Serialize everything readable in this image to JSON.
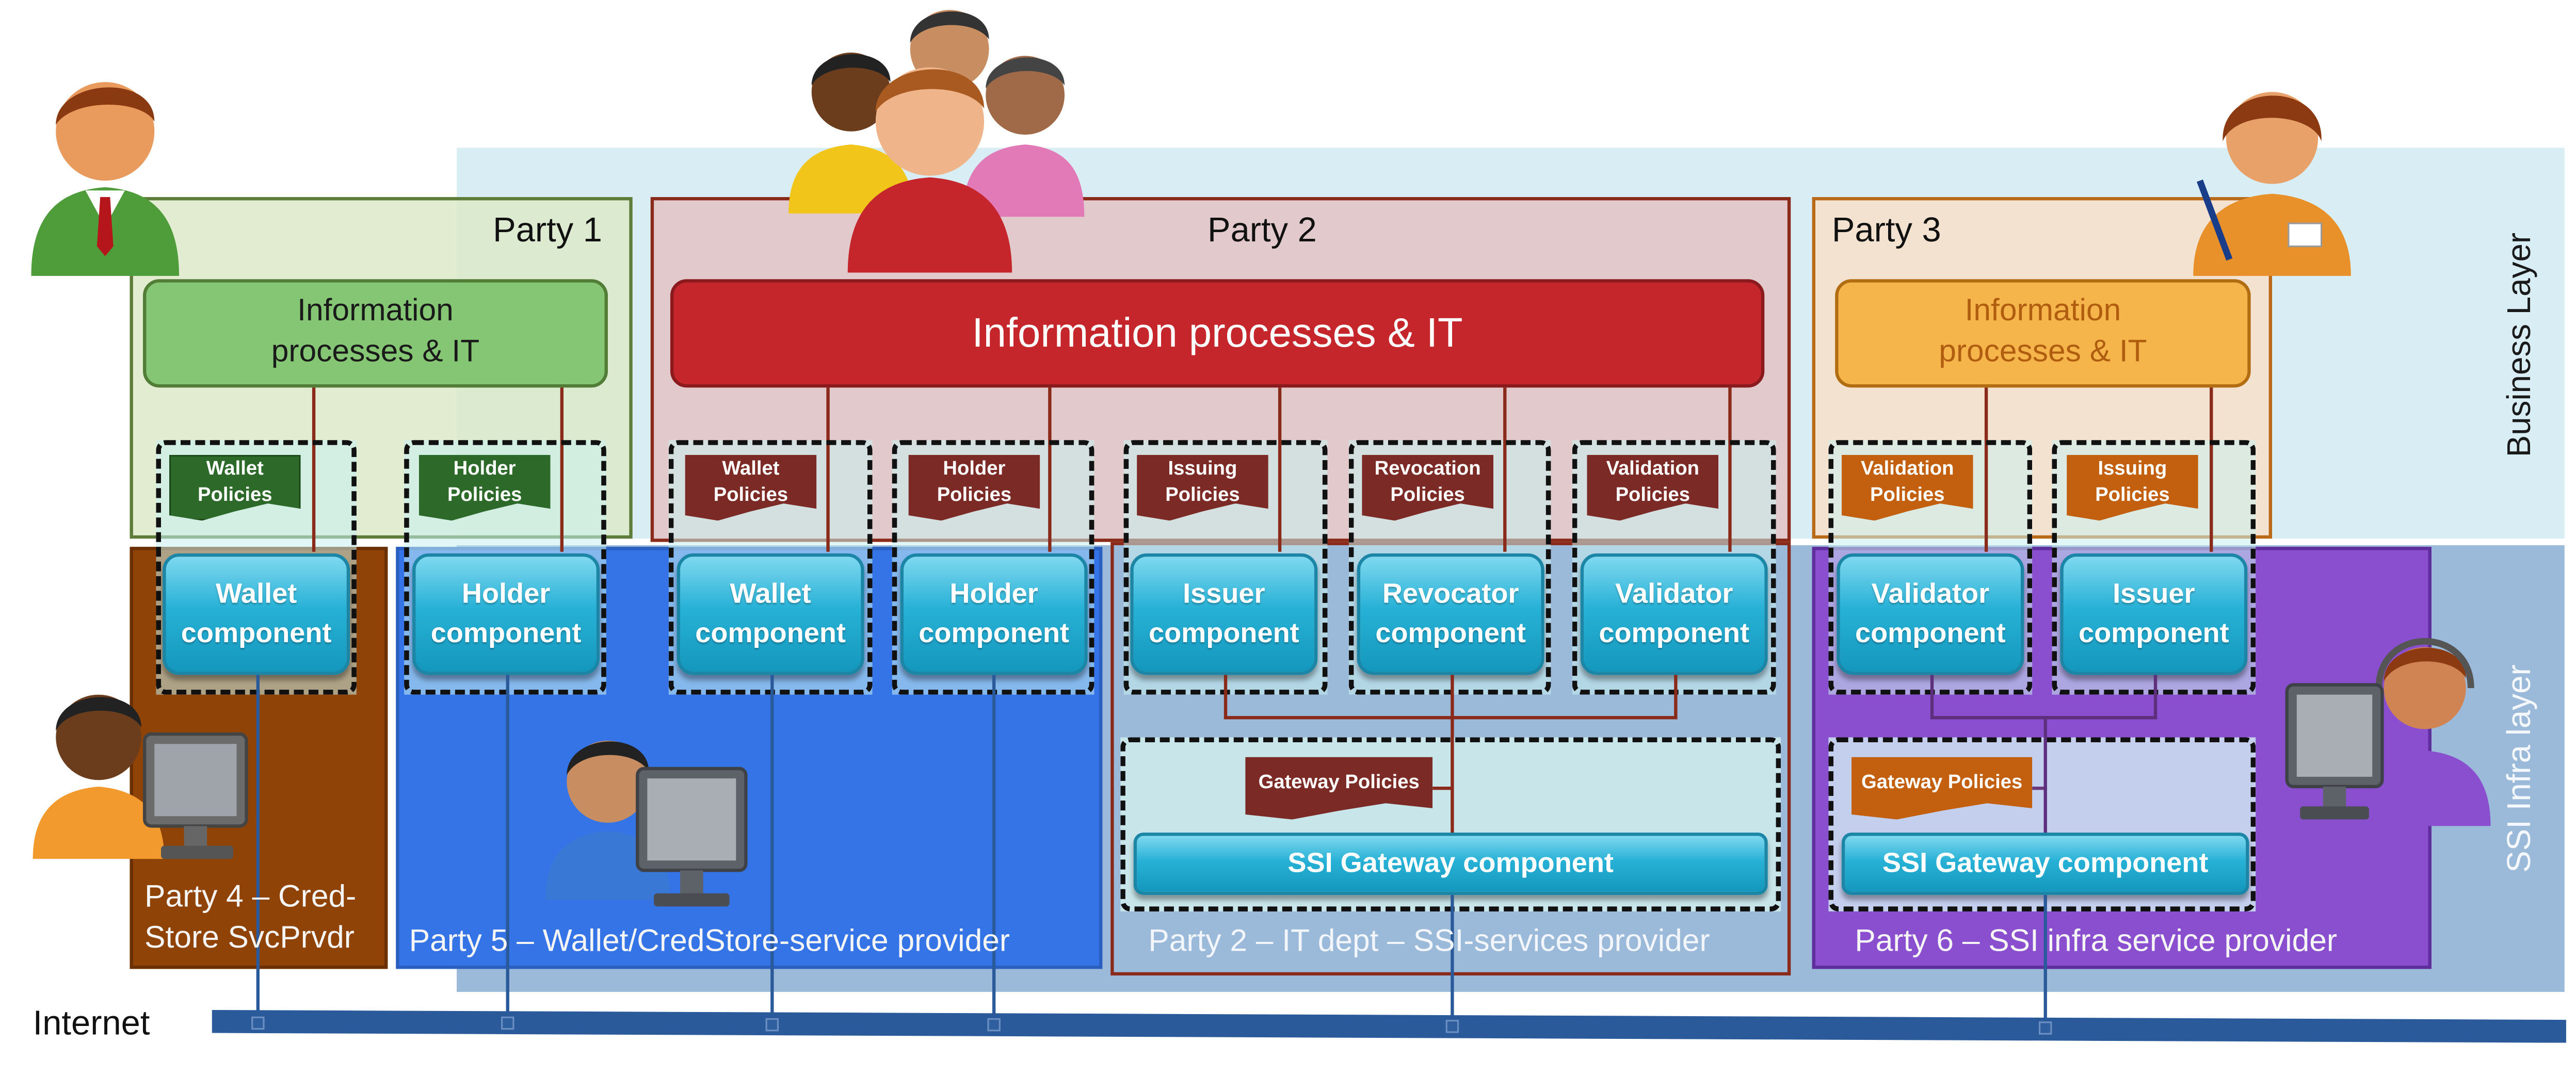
{
  "layers": {
    "business": "Business Layer",
    "infra": "SSI Infra layer"
  },
  "parties": {
    "p1": {
      "title": "Party 1",
      "info": [
        "Information",
        "processes & IT"
      ]
    },
    "p2": {
      "title": "Party 2",
      "info": "Information processes & IT"
    },
    "p3": {
      "title": "Party 3",
      "info": [
        "Information",
        "processes & IT"
      ]
    },
    "p4": {
      "footer": [
        "Party 4 – Cred-",
        "Store SvcPrvdr"
      ]
    },
    "p5": {
      "footer": "Party 5 – Wallet/CredStore-service provider"
    },
    "p2it": {
      "footer": "Party 2 – IT dept – SSI-services provider"
    },
    "p6": {
      "footer": "Party 6 – SSI infra service provider"
    }
  },
  "policies": {
    "p1_wallet": [
      "Wallet",
      "Policies"
    ],
    "p1_holder": [
      "Holder",
      "Policies"
    ],
    "p2_wallet": [
      "Wallet",
      "Policies"
    ],
    "p2_holder": [
      "Holder",
      "Policies"
    ],
    "p2_issuing": [
      "Issuing",
      "Policies"
    ],
    "p2_revocation": [
      "Revocation",
      "Policies"
    ],
    "p2_validation": [
      "Validation",
      "Policies"
    ],
    "p3_validation": [
      "Validation",
      "Policies"
    ],
    "p3_issuing": [
      "Issuing",
      "Policies"
    ],
    "p2_gateway": "Gateway Policies",
    "p6_gateway": "Gateway Policies"
  },
  "components": {
    "p4_wallet": [
      "Wallet",
      "component"
    ],
    "p5_holder": [
      "Holder",
      "component"
    ],
    "p5_wallet": [
      "Wallet",
      "component"
    ],
    "p5_holder2": [
      "Holder",
      "component"
    ],
    "p2_issuer": [
      "Issuer",
      "component"
    ],
    "p2_revocator": [
      "Revocator",
      "component"
    ],
    "p2_validator": [
      "Validator",
      "component"
    ],
    "p6_validator": [
      "Validator",
      "component"
    ],
    "p6_issuer": [
      "Issuer",
      "component"
    ],
    "p2_gateway": "SSI Gateway component",
    "p6_gateway": "SSI Gateway component"
  },
  "internet": "Internet",
  "colors": {
    "business_bg": "#d9eef4",
    "infra_bg": "#9bb9d9",
    "p1_green": "#84c673",
    "p2_red": "#c5262c",
    "p3_orange": "#f5b54a",
    "p4_brown": "#8f4306",
    "p5_blue": "#3474e6",
    "p6_purple": "#8a4fcf",
    "component": "#27b1d6",
    "internet_bar": "#2a5a9a"
  }
}
